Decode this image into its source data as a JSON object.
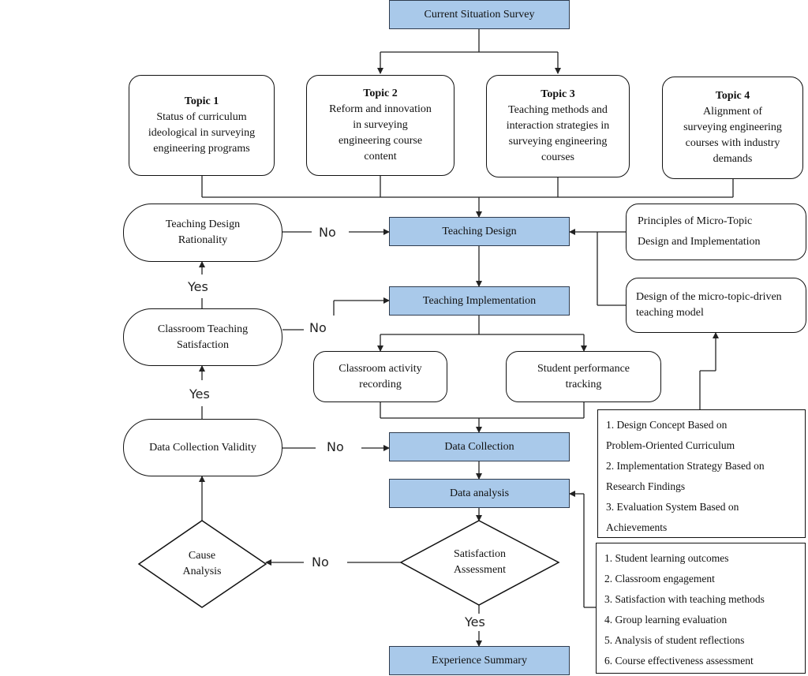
{
  "nodes": {
    "current_situation_survey": "Current Situation Survey",
    "topic1": {
      "title": "Topic 1",
      "lines": [
        "Status of curriculum",
        "ideological in surveying",
        "engineering programs"
      ]
    },
    "topic2": {
      "title": "Topic 2",
      "lines": [
        "Reform and innovation",
        "in surveying",
        "engineering course",
        "content"
      ]
    },
    "topic3": {
      "title": "Topic 3",
      "lines": [
        "Teaching methods and",
        "interaction strategies in",
        "surveying engineering",
        "courses"
      ]
    },
    "topic4": {
      "title": "Topic 4",
      "lines": [
        "Alignment of",
        "surveying engineering",
        "courses with industry",
        "demands"
      ]
    },
    "teaching_design": "Teaching Design",
    "teaching_implementation": "Teaching Implementation",
    "classroom_activity_recording": [
      "Classroom activity",
      "recording"
    ],
    "student_performance_tracking": [
      "Student performance",
      "tracking"
    ],
    "data_collection": "Data Collection",
    "data_analysis": "Data analysis",
    "satisfaction_assessment": [
      "Satisfaction",
      "Assessment"
    ],
    "experience_summary": "Experience Summary",
    "teaching_design_rationality": [
      "Teaching Design",
      "Rationality"
    ],
    "classroom_teaching_satisfaction": [
      "Classroom Teaching",
      "Satisfaction"
    ],
    "data_collection_validity": "Data Collection Validity",
    "cause_analysis": [
      "Cause",
      "Analysis"
    ],
    "principles_box": [
      "Principles of Micro-Topic",
      "Design and Implementation"
    ],
    "design_model_box": [
      "Design of the micro-topic-driven",
      "teaching model"
    ]
  },
  "design_list": [
    "1. Design Concept Based on",
    "Problem-Oriented Curriculum",
    "2. Implementation Strategy Based on",
    "Research Findings",
    "3. Evaluation System Based on",
    "Achievements"
  ],
  "evaluation_list": [
    "1. Student learning outcomes",
    "2. Classroom engagement",
    "3. Satisfaction with teaching methods",
    "4. Group learning evaluation",
    "5. Analysis of student reflections",
    "6. Course effectiveness assessment"
  ],
  "edge_labels": {
    "no": "No",
    "yes": "Yes"
  },
  "colors": {
    "process_fill": "#a9c9ea",
    "line": "#222222"
  }
}
